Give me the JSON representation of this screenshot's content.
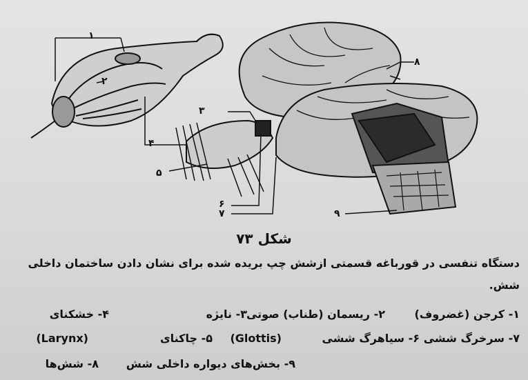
{
  "figure": {
    "callouts": [
      "۱",
      "۲",
      "۳",
      "۴",
      "۵",
      "۶",
      "۷",
      "۸",
      "۹"
    ],
    "caption": "شکل ۷۳",
    "description_line1": "دستگاه تنفسی در قورباغه قسمتی ازشش چپ بریده شده برای نشان دادن ساختمان داخلی",
    "description_line2": "شش."
  },
  "legend": [
    "۱- کرجن (غضروف)",
    "۲- ریسمان (طناب) صوتی",
    "۳- نایژه",
    "۴- خشکنای",
    "(Larynx)",
    "۵- چاکنای",
    "(Glottis)",
    "۶- سیاهرگ ششی",
    "۷- سرخرگ ششی",
    "۸- شش‌ها",
    "۹- بخش‌های دیواره داخلی شش"
  ]
}
